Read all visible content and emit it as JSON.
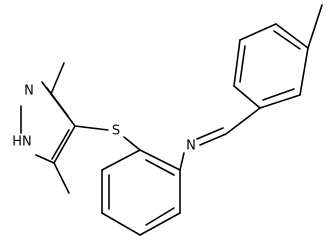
{
  "molecule": {
    "atoms": {
      "n_pyrazole": "N",
      "nh_pyrazole": "HN",
      "sulfur": "S",
      "n_imine": "N"
    }
  }
}
